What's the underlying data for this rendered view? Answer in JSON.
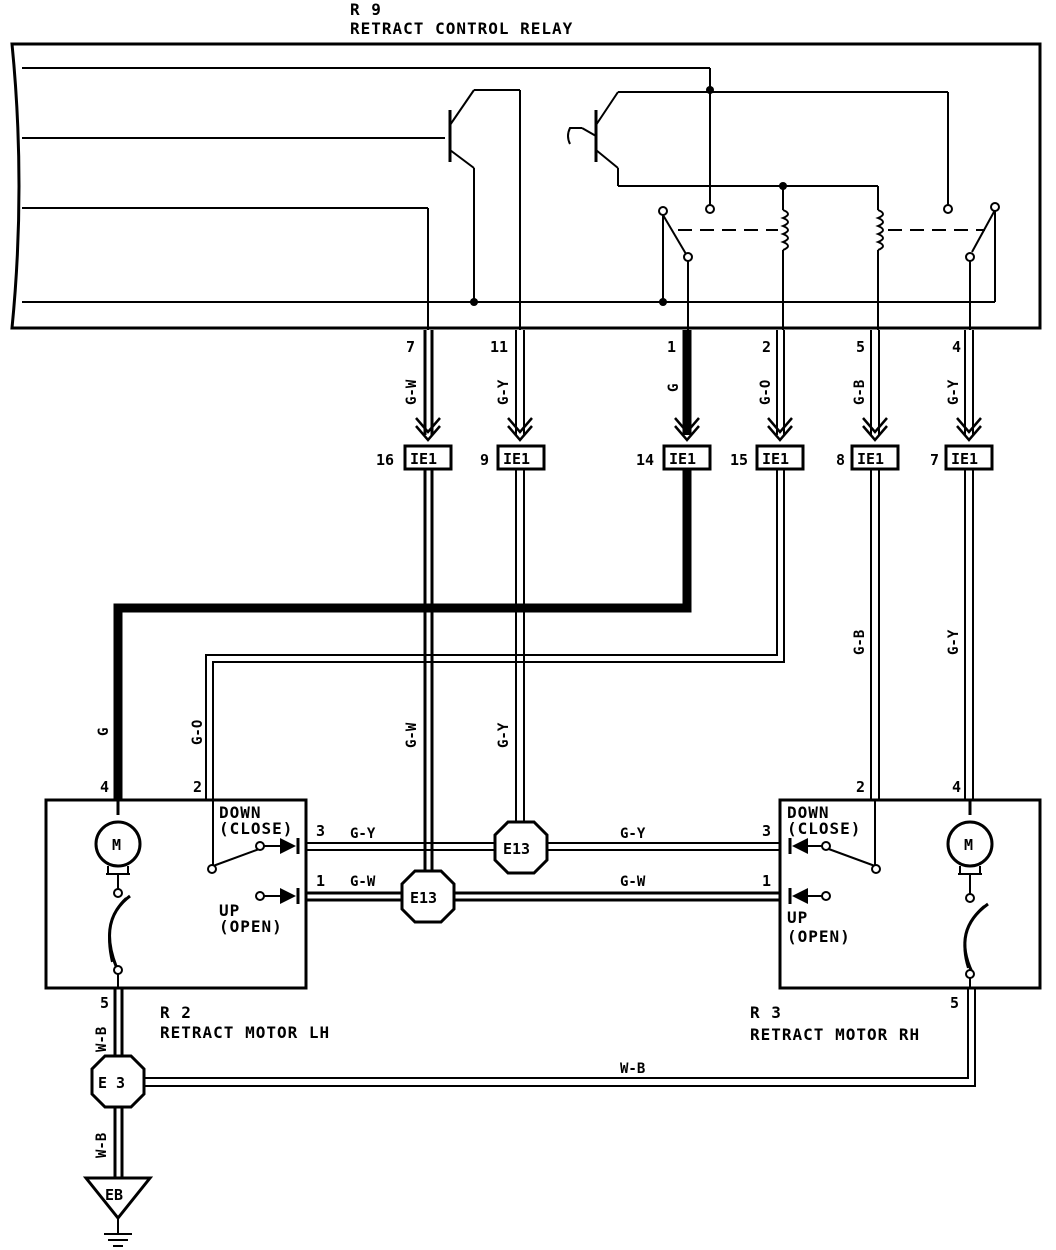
{
  "relay": {
    "code": "R 9",
    "name": "RETRACT CONTROL RELAY"
  },
  "relay_pins": [
    {
      "pin": "7",
      "wire": "G-W",
      "ie_pin": "16"
    },
    {
      "pin": "11",
      "wire": "G-Y",
      "ie_pin": "9"
    },
    {
      "pin": "1",
      "wire": "G",
      "ie_pin": "14"
    },
    {
      "pin": "2",
      "wire": "G-O",
      "ie_pin": "15"
    },
    {
      "pin": "5",
      "wire": "G-B",
      "ie_pin": "8"
    },
    {
      "pin": "4",
      "wire": "G-Y",
      "ie_pin": "7"
    }
  ],
  "ie_connector": "IE1",
  "junctions": {
    "e13": "E13",
    "e3": "E 3",
    "ground": "EB"
  },
  "motor_lh": {
    "code": "R 2",
    "name": "RETRACT MOTOR LH",
    "down": "DOWN",
    "close": "(CLOSE)",
    "up": "UP",
    "open": "(OPEN)",
    "motor": "M",
    "pin4": "4",
    "pin2": "2",
    "pin3": "3",
    "pin1": "1",
    "pin5": "5"
  },
  "motor_rh": {
    "code": "R 3",
    "name": "RETRACT MOTOR RH",
    "down": "DOWN",
    "close": "(CLOSE)",
    "up": "UP",
    "open": "(OPEN)",
    "motor": "M",
    "pin2": "2",
    "pin4": "4",
    "pin3": "3",
    "pin1": "1",
    "pin5": "5"
  },
  "wires": {
    "g": "G",
    "g_o": "G-O",
    "g_w": "G-W",
    "g_y": "G-Y",
    "g_b": "G-B",
    "w_b": "W-B"
  }
}
